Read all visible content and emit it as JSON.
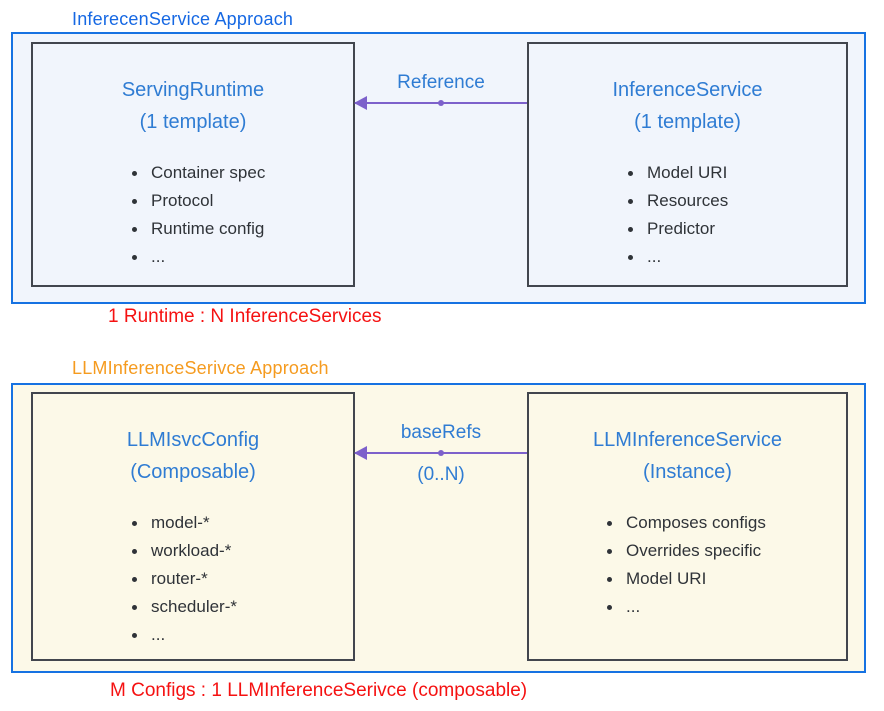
{
  "colors": {
    "outer_border": "#1672e2",
    "box_border": "#42464e",
    "section1_fill": "#f1f5fc",
    "section2_fill": "#fcf9e8",
    "title_blue": "#1668e3",
    "heading_blue": "#2f7cd3",
    "title_orange": "#f59b1f",
    "caption_red": "#f51111",
    "arrow_purple": "#7d61cb",
    "item_text": "#2f3338"
  },
  "section1": {
    "title": "InferecenService Approach",
    "caption": "1 Runtime : N InferenceServices",
    "left_box": {
      "title_line1": "ServingRuntime",
      "title_line2": "(1 template)",
      "items": [
        "Container spec",
        "Protocol",
        "Runtime config",
        "..."
      ]
    },
    "right_box": {
      "title_line1": "InferenceService",
      "title_line2": "(1 template)",
      "items": [
        "Model URI",
        "Resources",
        "Predictor",
        "..."
      ]
    },
    "arrow": {
      "label_top": "Reference"
    }
  },
  "section2": {
    "title": "LLMInferenceSerivce Approach",
    "caption": "M Configs : 1 LLMInferenceSerivce (composable)",
    "left_box": {
      "title_line1": "LLMIsvcConfig",
      "title_line2": "(Composable)",
      "items": [
        "model-*",
        "workload-*",
        "router-*",
        "scheduler-*",
        "..."
      ]
    },
    "right_box": {
      "title_line1": "LLMInferenceService",
      "title_line2": "(Instance)",
      "items": [
        "Composes configs",
        "Overrides specific",
        "Model URI",
        "..."
      ]
    },
    "arrow": {
      "label_top": "baseRefs",
      "label_bottom": "(0..N)"
    }
  }
}
